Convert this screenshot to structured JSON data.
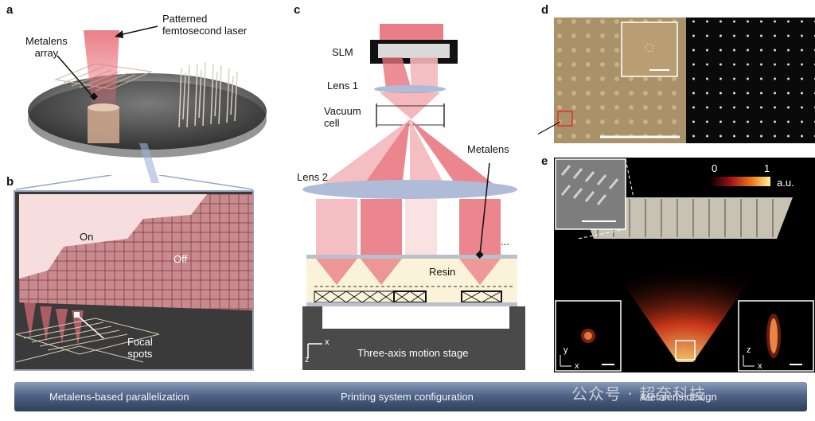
{
  "panels": {
    "a": {
      "label": "a",
      "laser_label": "Patterned\nfemtosecond laser",
      "metalens_label": "Metalens\narray"
    },
    "b": {
      "label": "b",
      "on": "On",
      "off": "Off",
      "focal": "Focal\nspots"
    },
    "c": {
      "label": "c",
      "slm": "SLM",
      "lens1": "Lens 1",
      "vacuum": "Vacuum\ncell",
      "lens2": "Lens 2",
      "metalens": "Metalens",
      "resin": "Resin",
      "ellipsis": "...",
      "stage": "Three-axis motion stage",
      "axis_x": "x",
      "axis_z": "z"
    },
    "d": {
      "label": "d"
    },
    "e": {
      "label": "e",
      "scale_min": "0",
      "scale_max": "1",
      "unit": "a.u.",
      "inset_left_y": "y",
      "inset_left_x": "x",
      "inset_right_z": "z",
      "inset_right_x": "x"
    }
  },
  "bottom_bar": {
    "items": [
      "Metalens-based parallelization",
      "Printing system configuration",
      "Metalens design"
    ]
  },
  "watermark": "公众号 · 超奈科技",
  "colors": {
    "beam": "#e8707a",
    "beam_light": "#f4b7bb",
    "bar": "#4f6488",
    "stage": "#4a4a4a",
    "resin": "#fbf3d9"
  }
}
